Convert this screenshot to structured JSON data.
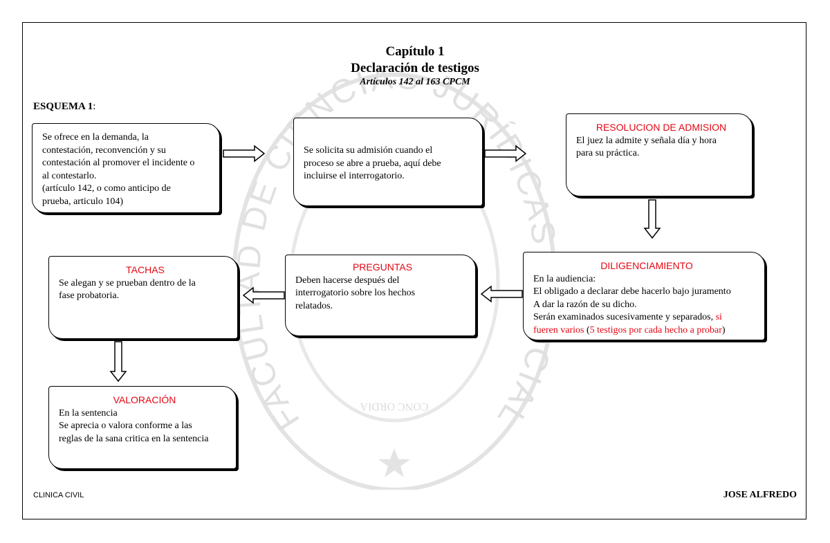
{
  "header": {
    "chapter": "Capítulo 1",
    "subject": "Declaración de testigos",
    "articles": "Artículos 142 al 163 CPCM"
  },
  "esquema_label": "ESQUEMA 1",
  "esquema_colon": ":",
  "boxes": {
    "ofrece": {
      "line1": "Se ofrece en la demanda, la",
      "line2": "contestación, reconvención y su",
      "line3": "contestación al promover el incidente o",
      "line4": "al contestarlo.",
      "line5": "(artículo 142, o como anticipo de",
      "line6": "prueba, articulo 104)"
    },
    "solicita": {
      "line1": "Se solicita su admisión cuando el",
      "line2": "proceso se abre a prueba, aquí debe",
      "line3": "incluirse el interrogatorio."
    },
    "resolucion": {
      "title": "RESOLUCION DE ADMISION",
      "line1": "El juez la admite y señala día y hora",
      "line2": "para su práctica."
    },
    "diligenciamiento": {
      "title": "DILIGENCIAMIENTO",
      "line1": "En la audiencia:",
      "line2": "El obligado a declarar debe hacerlo bajo juramento",
      "line3": "A dar la razón de su dicho.",
      "line4a": "Serán examinados sucesivamente y separados, ",
      "line4b": "si",
      "line5a": "fueren varios",
      "line5b": " (",
      "line5c": "5 testigos por cada hecho a probar",
      "line5d": ")"
    },
    "preguntas": {
      "title": "PREGUNTAS",
      "line1": "Deben hacerse después del",
      "line2": "interrogatorio sobre los hechos",
      "line3": "relatados."
    },
    "tachas": {
      "title": "TACHAS",
      "line1": "Se alegan y se prueban dentro de la",
      "line2": "fase probatoria."
    },
    "valoracion": {
      "title": "VALORACIÓN",
      "line1": "En la sentencia",
      "line2": "Se aprecia o valora conforme a las",
      "line3": "reglas de la sana critica en la sentencia"
    }
  },
  "watermark": {
    "text": "FACULTAD DE CIENCIAS JURÍDICAS Y SOCIALES",
    "motto": "CONC ORDIA"
  },
  "footer": {
    "left": "CLINICA CIVIL",
    "right": "JOSE ALFREDO"
  },
  "colors": {
    "heading_red": "#e30613",
    "watermark_gray": "#d9d9d9"
  }
}
